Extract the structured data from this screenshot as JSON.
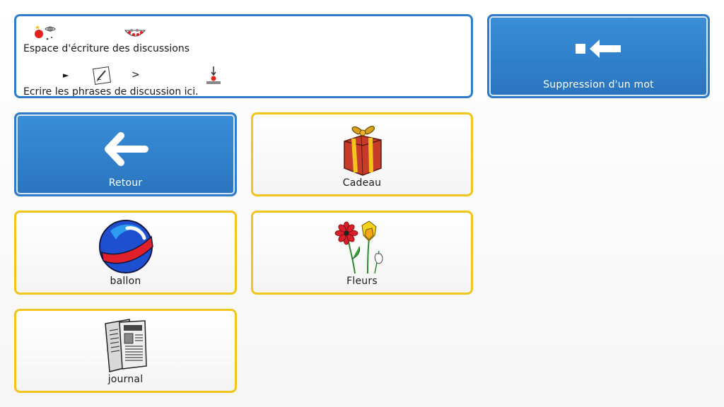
{
  "editor": {
    "line1": "Espace d'écriture des discussions",
    "line2_symbols": [
      ">",
      ">"
    ],
    "line2": "Ecrire les phrases de discussion  ici."
  },
  "tiles": {
    "delete_word": "Suppression d'un mot",
    "back": "Retour",
    "gift": "Cadeau",
    "ball": "ballon",
    "flowers": "Fleurs",
    "newspaper": "journal"
  },
  "colors": {
    "blue_tile": "#2f7dca",
    "yellow_border": "#f2c41c"
  }
}
